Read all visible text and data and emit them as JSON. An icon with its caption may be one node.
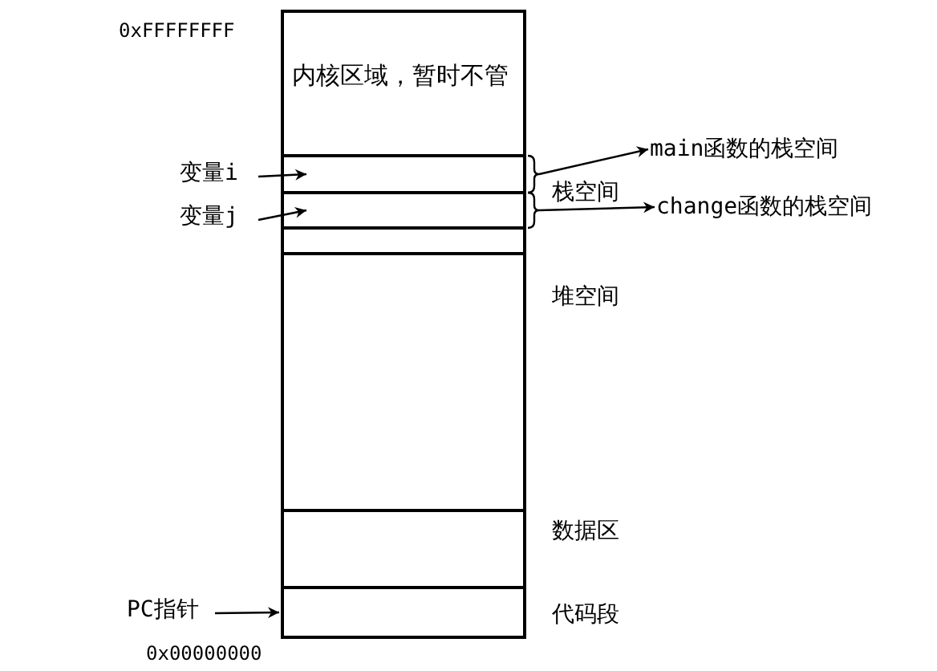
{
  "diagram": {
    "nodes": [
      {
        "text": [
          "内核区域，暂时不管"
        ]
      },
      {
        "text": [],
        "shape": "box"
      },
      {
        "text": [],
        "shape": "box"
      },
      {
        "text": [],
        "shape": "box"
      },
      {
        "text": [],
        "shape": "box"
      },
      {
        "text": [],
        "shape": "box"
      },
      {
        "text": [],
        "shape": "box"
      },
      {
        "text": [
          "变量i"
        ]
      },
      {
        "text": [
          "变量j"
        ]
      },
      {
        "text": [
          "PC指针"
        ]
      },
      {
        "text": [
          "main函数的栈空间"
        ]
      },
      {
        "text": [
          "change函数的栈空间"
        ]
      }
    ],
    "edges": [
      {
        "from": 7,
        "to": 1,
        "arrow": "to"
      },
      {
        "from": 8,
        "to": 2,
        "arrow": "to"
      },
      {
        "from": 1,
        "to": 10,
        "arrow": "to"
      },
      {
        "from": 2,
        "to": 11,
        "arrow": "to"
      },
      {
        "from": 9,
        "to": 6,
        "arrow": "to"
      }
    ],
    "labels": [
      "0xFFFFFFFF",
      "栈空间",
      "堆空间",
      "数据区",
      "代码段",
      "0x00000000"
    ]
  }
}
